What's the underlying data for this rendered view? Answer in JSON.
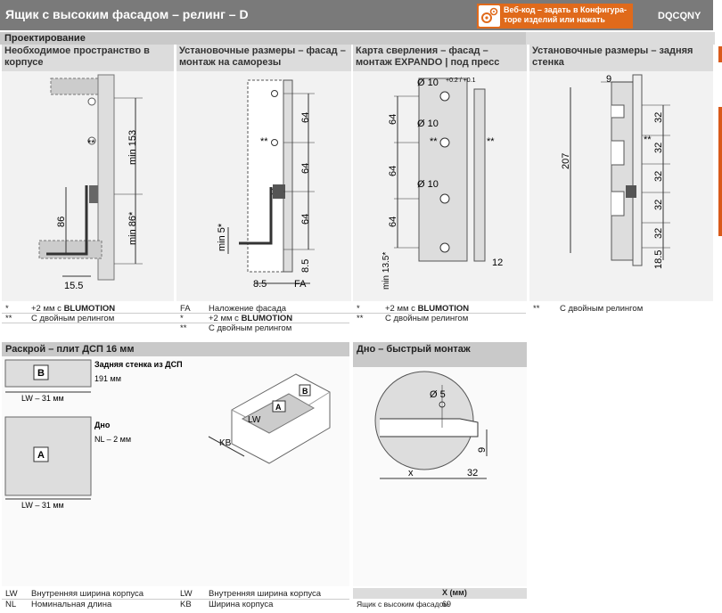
{
  "header": {
    "title": "Ящик с высоким фасадом – релинг – D",
    "configurator": "Веб-код – задать в Конфигура-торе изделий или нажать",
    "code": "DQCQNY"
  },
  "design": {
    "section_title": "Проектирование",
    "columns": [
      {
        "title": "Необходимое пространство в корпусе"
      },
      {
        "title": "Установочные размеры – фасад – монтаж на саморезы"
      },
      {
        "title": "Карта сверления – фасад – монтаж EXPANDO | под пресс"
      },
      {
        "title": "Установочные размеры – задняя стенка"
      }
    ],
    "drawing1": {
      "min153": "min 153",
      "min86": "min 86*",
      "d86": "86",
      "d155": "15.5",
      "stars": "**"
    },
    "drawing2": {
      "d64a": "64",
      "d64b": "64",
      "d64c": "64",
      "min5": "min 5*",
      "d85": "8.5",
      "d85b": "8.5",
      "fa": "FA",
      "stars": "**"
    },
    "drawing3": {
      "dia": "Ø 10",
      "tol": "+0.2 / +0.1",
      "d64a": "64",
      "d64b": "64",
      "d64c": "64",
      "min135": "min 13.5*",
      "d12": "12",
      "stars": "**"
    },
    "drawing4": {
      "d9": "9",
      "d207": "207",
      "d32": "32",
      "d185": "18.5",
      "stars": "**"
    },
    "notes": {
      "col1": [
        {
          "key": "*",
          "text": "+2 мм с ",
          "bold": "BLUMOTION"
        },
        {
          "key": "**",
          "text": "С двойным релингом",
          "bold": ""
        }
      ],
      "col2": [
        {
          "key": "FA",
          "text": "Наложение фасада",
          "bold": ""
        },
        {
          "key": "*",
          "text": "+2 мм с ",
          "bold": "BLUMOTION"
        },
        {
          "key": "**",
          "text": "С двойным релингом",
          "bold": ""
        }
      ],
      "col3": [
        {
          "key": "*",
          "text": "+2 мм с ",
          "bold": "BLUMOTION"
        },
        {
          "key": "**",
          "text": "С двойным релингом",
          "bold": ""
        }
      ],
      "col4": [
        {
          "key": "**",
          "text": "С двойным релингом",
          "bold": ""
        }
      ]
    }
  },
  "cutting": {
    "section_title": "Раскрой – плит ДСП 16 мм",
    "part_b": {
      "letter": "B",
      "label": "Задняя стенка из ДСП",
      "dim": "191 мм",
      "width": "LW – 31 мм"
    },
    "part_a": {
      "letter": "A",
      "label": "Дно",
      "dim": "NL – 2 мм",
      "width": "LW – 31 мм"
    },
    "iso": {
      "lw": "LW",
      "kb": "KB",
      "a": "A",
      "b": "B"
    },
    "legend1": [
      {
        "key": "LW",
        "text": "Внутренняя ширина корпуса"
      },
      {
        "key": "NL",
        "text": "Номинальная длина"
      }
    ],
    "legend2": [
      {
        "key": "LW",
        "text": "Внутренняя ширина корпуса"
      },
      {
        "key": "KB",
        "text": "Ширина корпуса"
      }
    ]
  },
  "bottom": {
    "section_title": "Дно – быстрый монтаж",
    "dia": "Ø 5",
    "d9": "9",
    "x": "x",
    "d32": "32",
    "table": {
      "col_header": "X (мм)",
      "row_label": "Ящик с высоким фасадом",
      "row_value": "69"
    }
  }
}
